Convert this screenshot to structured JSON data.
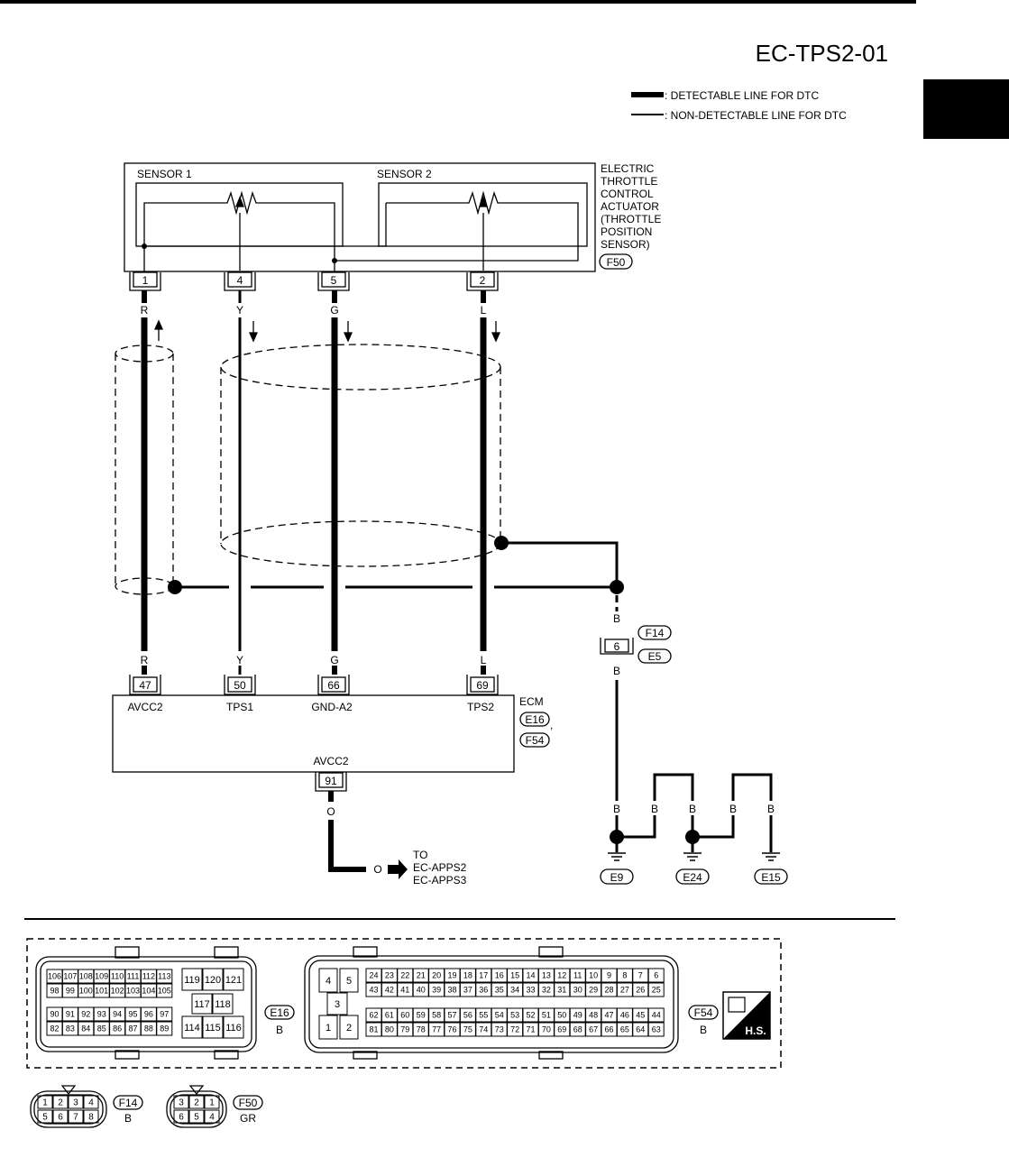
{
  "header": {
    "code": "EC-TPS2-01"
  },
  "legend": {
    "detectable": ": DETECTABLE LINE FOR DTC",
    "non_detectable": ": NON-DETECTABLE LINE FOR DTC"
  },
  "actuator": {
    "label": [
      "ELECTRIC",
      "THROTTLE",
      "CONTROL",
      "ACTUATOR",
      "(THROTTLE",
      "POSITION",
      "SENSOR)"
    ],
    "connector": "F50",
    "sensor1": "SENSOR 1",
    "sensor2": "SENSOR 2",
    "pins": {
      "p1": "1",
      "p4": "4",
      "p5": "5",
      "p2": "2"
    }
  },
  "wires": {
    "top": {
      "w1": "R",
      "w4": "Y",
      "w5": "G",
      "w2": "L"
    },
    "bottom": {
      "w1": "R",
      "w4": "Y",
      "w5": "G",
      "w2": "L"
    }
  },
  "ecm": {
    "label": "ECM",
    "connectors": [
      "E16",
      "F54"
    ],
    "pins": {
      "p47": "47",
      "p50": "50",
      "p66": "66",
      "p69": "69",
      "p91": "91"
    },
    "terminals": {
      "avcc2": "AVCC2",
      "tps1": "TPS1",
      "gnda2": "GND-A2",
      "tps2": "TPS2",
      "avcc2_b": "AVCC2"
    },
    "out_wire": "O",
    "out_to": [
      "TO",
      "EC-APPS2",
      "EC-APPS3"
    ]
  },
  "ground": {
    "wire": "B",
    "joint_pin": "6",
    "joint_connectors": [
      "F14",
      "E5"
    ],
    "grounds": [
      "E9",
      "E24",
      "E15"
    ]
  },
  "connector_views": {
    "e16": {
      "code": "E16",
      "color": "B",
      "rows": [
        [
          "106",
          "107",
          "108",
          "109",
          "110",
          "111",
          "112",
          "113"
        ],
        [
          "98",
          "99",
          "100",
          "101",
          "102",
          "103",
          "104",
          "105"
        ],
        [
          "90",
          "91",
          "92",
          "93",
          "94",
          "95",
          "96",
          "97"
        ],
        [
          "82",
          "83",
          "84",
          "85",
          "86",
          "87",
          "88",
          "89"
        ]
      ],
      "mid": {
        "r1": [
          "119",
          "120",
          "121"
        ],
        "r2": [
          "117",
          "118"
        ],
        "r3": [
          "114",
          "115",
          "116"
        ]
      }
    },
    "f54": {
      "code": "F54",
      "color": "B",
      "left": [
        "4",
        "5",
        "3",
        "1",
        "2"
      ],
      "rows": [
        [
          "24",
          "23",
          "22",
          "21",
          "20",
          "19",
          "18",
          "17",
          "16",
          "15",
          "14",
          "13",
          "12",
          "11",
          "10",
          "9",
          "8",
          "7",
          "6"
        ],
        [
          "43",
          "42",
          "41",
          "40",
          "39",
          "38",
          "37",
          "36",
          "35",
          "34",
          "33",
          "32",
          "31",
          "30",
          "29",
          "28",
          "27",
          "26",
          "25"
        ],
        [
          "62",
          "61",
          "60",
          "59",
          "58",
          "57",
          "56",
          "55",
          "54",
          "53",
          "52",
          "51",
          "50",
          "49",
          "48",
          "47",
          "46",
          "45",
          "44"
        ],
        [
          "81",
          "80",
          "79",
          "78",
          "77",
          "76",
          "75",
          "74",
          "73",
          "72",
          "71",
          "70",
          "69",
          "68",
          "67",
          "66",
          "65",
          "64",
          "63"
        ]
      ]
    },
    "f14": {
      "code": "F14",
      "color": "B",
      "top": [
        "1",
        "2",
        "3",
        "4"
      ],
      "bottom": [
        "5",
        "6",
        "7",
        "8"
      ]
    },
    "f50": {
      "code": "F50",
      "color": "GR",
      "top": [
        "3",
        "2",
        "1"
      ],
      "bottom": [
        "6",
        "5",
        "4"
      ]
    },
    "hs_badge": "H.S."
  }
}
